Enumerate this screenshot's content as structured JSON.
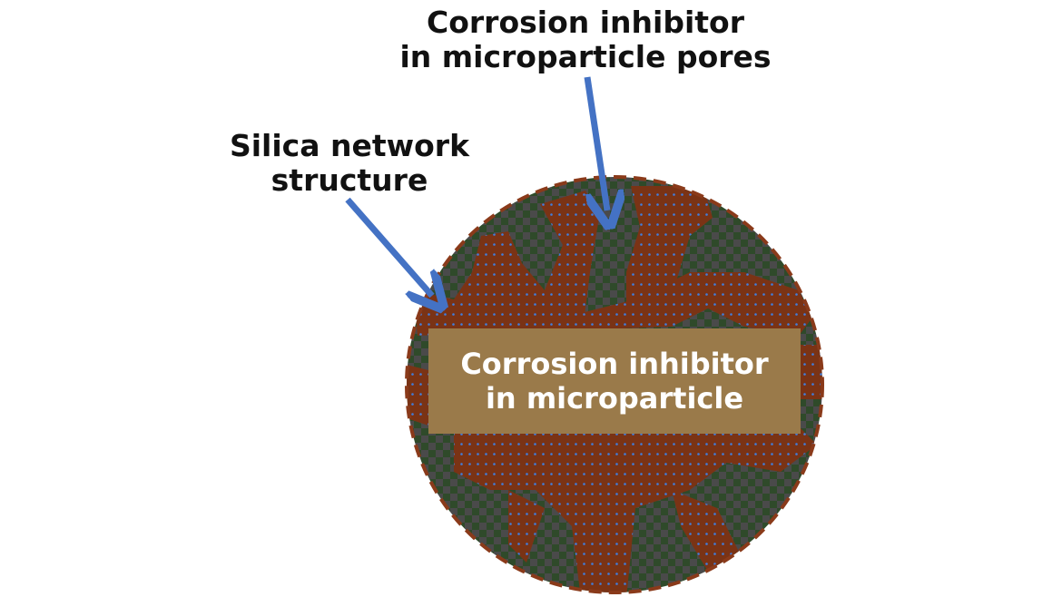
{
  "labels": {
    "pores": [
      "Corrosion inhibitor",
      "in microparticle pores"
    ],
    "silica": [
      "Silica network",
      "structure"
    ],
    "center": [
      "Corrosion inhibitor",
      "in microparticle"
    ]
  },
  "colors": {
    "arrow": "#4472c4",
    "silica": "#7a3315",
    "pore_green": "#2f4a2a",
    "pore_gray": "#4a4a4a",
    "dot": "#3f7fe0",
    "box": "#9a7a4a",
    "outline": "#8a3a1a"
  }
}
